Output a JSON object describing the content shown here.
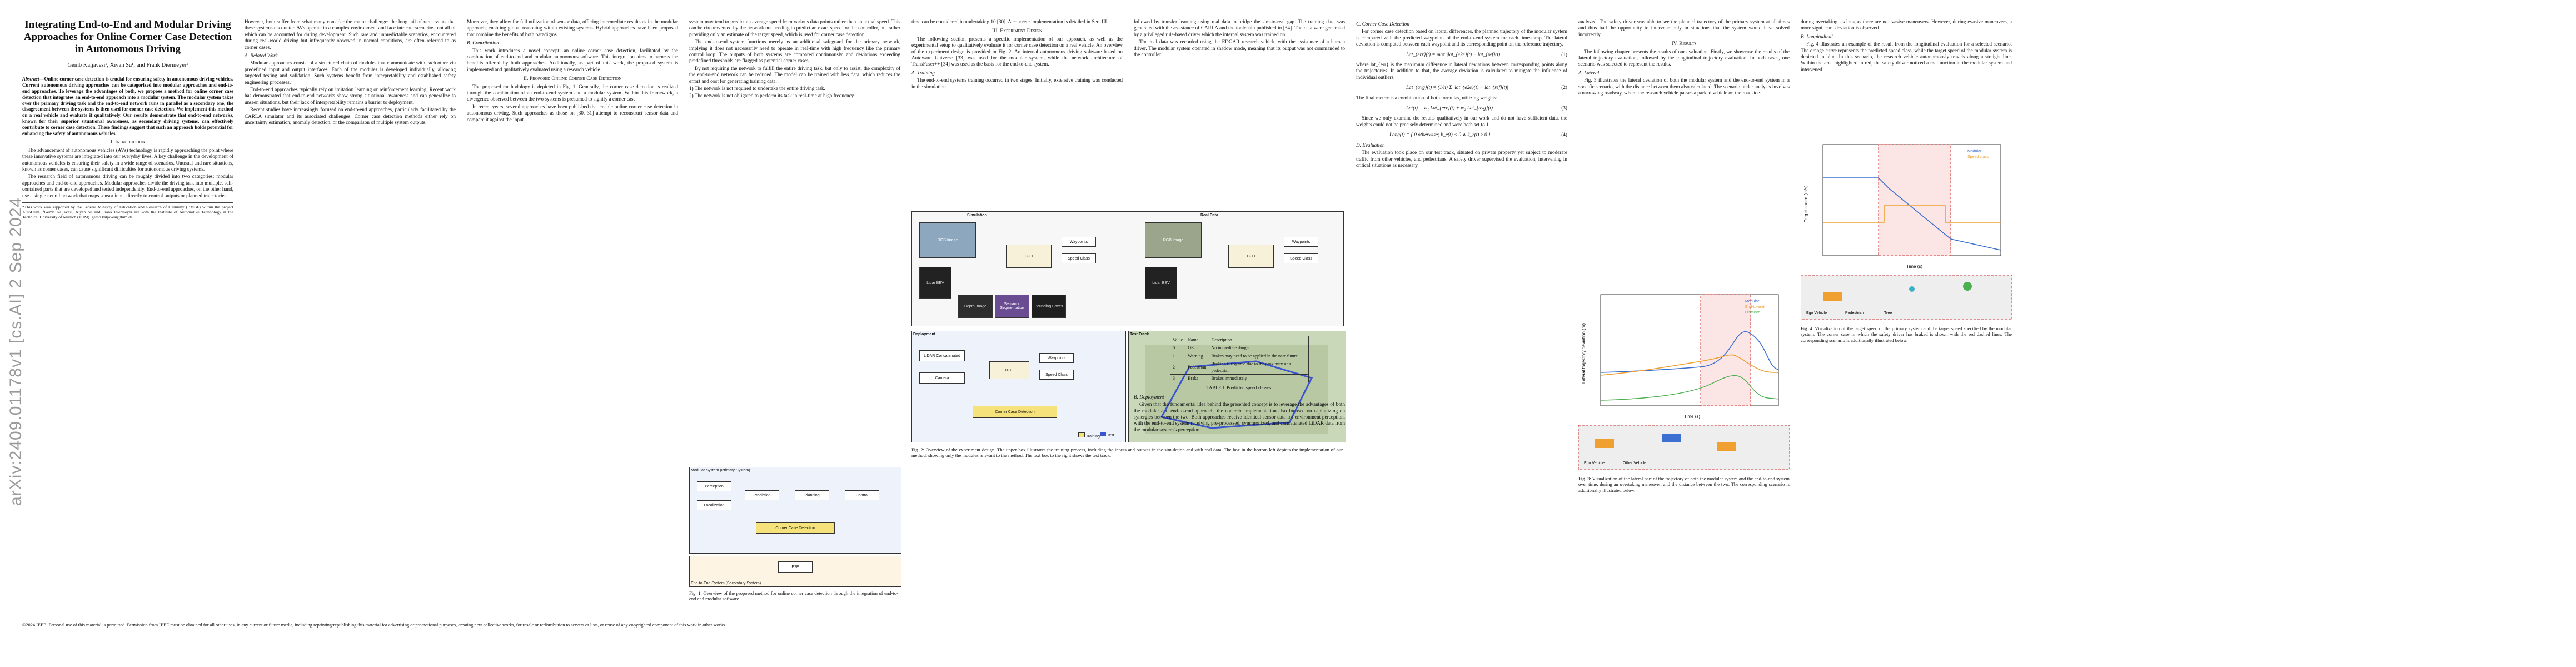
{
  "arxiv_id": "arXiv:2409.01178v1  [cs.AI]  2 Sep 2024",
  "title": "Integrating End-to-End and Modular Driving Approaches for Online Corner Case Detection in Autonomous Driving",
  "authors": "Gemb Kaljavesi¹, Xiyan Su¹, and Frank Diermeyer¹",
  "abstract_label": "Abstract",
  "abstract": "—Online corner case detection is crucial for ensuring safety in autonomous driving vehicles. Current autonomous driving approaches can be categorized into modular approaches and end-to-end approaches. To leverage the advantages of both, we propose a method for online corner case detection that integrates an end-to-end approach into a modular system. The modular system takes over the primary driving task and the end-to-end network runs in parallel as a secondary one, the disagreement between the systems is then used for corner case detection. We implement this method on a real vehicle and evaluate it qualitatively. Our results demonstrate that end-to-end networks, known for their superior situational awareness, as secondary driving systems, can effectively contribute to corner case detection. These findings suggest that such an approach holds potential for enhancing the safety of autonomous vehicles.",
  "sections": {
    "intro": "I. Introduction",
    "approach": "II. Proposed Online Corner Case Detection",
    "experiment": "III. Experiment Design",
    "results": "IV. Results"
  },
  "subsections": {
    "related": "A. Related Work",
    "contribution": "B. Contribution",
    "training": "A. Training",
    "deployment": "B. Deployment",
    "ccd": "C. Corner Case Detection",
    "evaluation": "D. Evaluation",
    "lateral": "A. Lateral",
    "longitudinal": "B. Longitudinal"
  },
  "col1": {
    "intro_p1": "The advancement of autonomous vehicles (AVs) technology is rapidly approaching the point where these innovative systems are integrated into our everyday lives. A key challenge in the development of autonomous vehicles is ensuring their safety in a wide range of scenarios. Unusual and rare situations, known as corner cases, can cause significant difficulties for autonomous driving systems.",
    "intro_p2": "The research field of autonomous driving can be roughly divided into two categories: modular approaches and end-to-end approaches. Modular approaches divide the driving task into multiple, self-contained parts that are developed and tested independently. End-to-end approaches, on the other hand, use a single neural network that maps sensor input directly to control outputs or planned trajectories.",
    "footnote": "*This work was supported by the Federal Ministry of Education and Research of Germany (BMBF) within the project AutoDelta. ¹Gemb Kaljavesi, Xiyan Su and Frank Diermeyer are with the Institute of Automotive Technology at the Technical University of Munich (TUM). gemb.kaljavesi@tum.de"
  },
  "col2": {
    "p1": "However, both suffer from what many consider the major challenge: the long tail of rare events that these systems encounter. AVs operate in a complex environment and face intricate scenarios, not all of which can be accounted for during development. Such rare and unpredictable scenarios, encountered during real-world driving but infrequently observed in normal conditions, are often referred to as corner cases.",
    "related_p1": "Modular approaches consist of a structured chain of modules that communicate with each other via predefined input and output interfaces. Each of the modules is developed individually, allowing targeted testing and validation. Such systems benefit from interpretability and established safety engineering processes.",
    "related_p2": "End-to-end approaches typically rely on imitation learning or reinforcement learning. Recent work has demonstrated that end-to-end networks show strong situational awareness and can generalize to unseen situations, but their lack of interpretability remains a barrier to deployment.",
    "related_p3": "Recent studies have increasingly focused on end-to-end approaches, particularly facilitated by the CARLA simulator and its associated challenges. Corner case detection methods either rely on uncertainty estimation, anomaly detection, or the comparison of multiple system outputs."
  },
  "col3": {
    "p1": "Moreover, they allow for full utilization of sensor data, offering intermediate results as in the modular approach, enabling global reasoning within existing systems. Hybrid approaches have been proposed that combine the benefits of both paradigms.",
    "contribution": "This work introduces a novel concept: an online corner case detection, facilitated by the combination of end-to-end and modular autonomous software. This integration aims to harness the benefits offered by both approaches. Additionally, as part of this work, the proposed system is implemented and qualitatively evaluated using a research vehicle.",
    "approach_p1": "The proposed methodology is depicted in Fig. 1. Generally, the corner case detection is realized through the combination of an end-to-end system and a modular system. Within this framework, a divergence observed between the two systems is presumed to signify a corner case.",
    "approach_p2": "In recent years, several approaches have been published that enable online corner case detection in autonomous driving. Such approaches as those on [30, 31] attempt to reconstruct sensor data and compare it against the input."
  },
  "col4": {
    "p1": "system may tend to predict an average speed from various data points rather than an actual speed. This can be circumvented by the network not needing to predict an exact speed for the controller, but rather providing only an estimate of the target speed, which is used for corner case detection.",
    "p2": "The end-to-end system functions merely as an additional safeguard for the primary network, implying it does not necessarily need to operate in real-time with high frequency like the primary control loop. The outputs of both systems are compared continuously, and deviations exceeding predefined thresholds are flagged as potential corner cases.",
    "p3": "By not requiring the network to fulfill the entire driving task, but only to assist, the complexity of the end-to-end network can be reduced. The model can be trained with less data, which reduces the effort and cost for generating training data.",
    "list1": "1) The network is not required to undertake the entire driving task.",
    "list2": "2) The network is not obligated to perform its task in real-time at high frequency."
  },
  "col5": {
    "p1": "time can be considered in undertaking 10 [30]. A concrete implementation is detailed in Sec. III.",
    "exp_p1": "The following section presents a specific implementation of our approach, as well as the experimental setup to qualitatively evaluate it for corner case detection on a real vehicle. An overview of the experiment design is provided in Fig. 2. An internal autonomous driving software based on Autoware Universe [33] was used for the modular system, while the network architecture of TransFuser++ [34] was used as the basis for the end-to-end system.",
    "training": "The end-to-end systems training occurred in two stages. Initially, extensive training was conducted in the simulation."
  },
  "fig1": {
    "caption": "Fig. 1: Overview of the proposed method for online corner case detection through the integration of end-to-end and modular software.",
    "modular": "Modular System (Primary System)",
    "perception": "Perception",
    "localization": "Localization",
    "prediction": "Prediction",
    "planning": "Planning",
    "control": "Control",
    "ccd": "Corner Case Detection",
    "e2e_box": "E2E",
    "e2e": "End-to-End System (Secondary System)"
  },
  "fig2": {
    "caption": "Fig. 2: Overview of the experiment design. The upper box illustrates the training process, including the inputs and outputs in the simulation and with real data. The box in the bottom left depicts the implementation of our method, showing only the modules relevant to the method. The text box to the right shows the test track.",
    "rgb_image": "RGB Image",
    "simulation": "Simulation",
    "real_data": "Real Data",
    "waypoints": "Waypoints",
    "speed_class": "Speed Class",
    "lidar_bev": "Lidar BEV",
    "depth_image": "Depth Image",
    "semantic_seg": "Semantic Segmentation",
    "bounding_boxes": "Bounding Boxes",
    "deployment": "Deployment",
    "test_track": "Test Track",
    "lidar_data": "LiDAR Concatenated",
    "camera": "Camera",
    "ccd": "Corner Case Detection",
    "training_legend": "Training",
    "test_legend": "Test"
  },
  "col6": {
    "p1": "followed by transfer learning using real data to bridge the sim-to-real gap. The training data was generated with the assistance of CARLA and the toolchain published in [34]. The data were generated by a privileged rule-based driver which the internal system was trained on.",
    "p2": "The real data was recorded using the EDGAR research vehicle with the assistance of a human driver. The modular system operated in shadow mode, meaning that its output was not commanded to the controller.",
    "table_caption": "TABLE I: Predicted speed classes.",
    "table_head": [
      "Value",
      "Name",
      "Description"
    ],
    "table_rows": [
      [
        "0",
        "OK",
        "No immediate danger"
      ],
      [
        "1",
        "Warning",
        "Brakes may need to be applied in the near future"
      ],
      [
        "2",
        "Pedestrian",
        "Braking is required due to the proximity of a pedestrian"
      ],
      [
        "3",
        "Brake",
        "Brakes immediately"
      ]
    ],
    "deploy_p1": "Given that the fundamental idea behind the presented concept is to leverage the advantages of both the modular and end-to-end approach, the concrete implementation also focused on capitalizing on synergies between the two. Both approaches receive identical sensor data for environment perception, with the end-to-end system receiving pre-processed, synchronized, and concatenated LiDAR data from the modular system's perception."
  },
  "col7": {
    "p1": "For corner case detection based on lateral differences, the planned trajectory of the modular system is compared with the predicted waypoints of the end-to-end system for each timestamp. The lateral deviation is computed between each waypoint and its corresponding point on the reference trajectory.",
    "eq1_lhs": "Lat_{err}(t) = max |lat_{e2e}(t) − lat_{ref}(t)|",
    "eq1_num": "(1)",
    "p2": "where lat_{err} is the maximum difference in lateral deviations between corresponding points along the trajectories. In addition to that, the average deviation is calculated to mitigate the influence of individual outliers.",
    "eq2_lhs": "Lat_{avg}(t) = (1/n) Σ |lat_{e2e}(t) − lat_{ref}(t)|",
    "eq2_num": "(2)",
    "p3": "The final metric is a combination of both formulas, utilizing weights:",
    "eq3_lhs": "Lat(t) = w₁ Lat_{err}(t) + w₂ Lat_{avg}(t)",
    "eq3_num": "(3)",
    "p4": "Since we only examine the results qualitatively in our work and do not have sufficient data, the weights could not be precisely determined and were both set to 1.",
    "eq4_lhs": "Long(t) = { 0  otherwise;  k_e(t) < 0 ∧ k_r(t) ≥ 0 }",
    "eq4_num": "(4)",
    "eval_p1": "The evaluation took place on our test track, situated on private property yet subject to moderate traffic from other vehicles, and pedestrians. A safety driver supervised the evaluation, intervening in critical situations as necessary."
  },
  "col8": {
    "p1": "analyzed. The safety driver was able to see the planned trajectory of the primary system at all times and thus had the opportunity to intervene only in situations that the system would have solved incorrectly.",
    "results_p1": "The following chapter presents the results of our evaluation. Firstly, we showcase the results of the lateral trajectory evaluation, followed by the longitudinal trajectory evaluation. In both cases, one scenario was selected to represent the results.",
    "lateral_p1": "Fig. 3 illustrates the lateral deviation of both the modular system and the end-to-end system in a specific scenario, with the distance between them also calculated. The scenario under analysis involves a narrowing roadway, where the research vehicle passes a parked vehicle on the roadside.",
    "fig3_caption": "Fig. 3: Visualization of the lateral part of the trajectory of both the modular system and the end-to-end system over time, during an overtaking maneuver, and the distance between the two. The corresponding scenario is additionally illustrated below."
  },
  "col9": {
    "p1": "during overtaking, as long as there are no evasive maneuvers. However, during evasive maneuvers, a more significant deviation is observed.",
    "long_p1": "Fig. 4 illustrates an example of the result from the longitudinal evaluation for a selected scenario. The orange curve represents the predicted speed class, while the target speed of the modular system is depicted in blue. In this scenario, the research vehicle autonomously travels along a straight line. Within the area highlighted in red, the safety driver noticed a malfunction in the modular system and intervened.",
    "fig4_caption": "Fig. 4: Visualization of the target speed of the primary system and the target speed specified by the modular system. The corner case in which the safety driver has braked is shown with the red dashed lines. The corresponding scenario is additionally illustrated below."
  },
  "fig3": {
    "ylabel": "Lateral trajectory deviation (m)",
    "xlabel": "Time (s)",
    "legend": [
      "Modular",
      "End-to-end",
      "Distance"
    ],
    "scene_legend": [
      "Ego Vehicle",
      "Other Vehicle"
    ]
  },
  "fig4": {
    "ylabel": "Target speed (m/s)",
    "xlabel": "Time (s)",
    "legend": [
      "Modular",
      "Speed class"
    ],
    "scene_legend": [
      "Ego Vehicle",
      "Pedestrian",
      "Tree"
    ]
  },
  "copyright": "©2024 IEEE. Personal use of this material is permitted. Permission from IEEE must be obtained for all other uses, in any current or future media, including reprinting/republishing this material for advertising or promotional purposes, creating new collective works, for resale or redistribution to servers or lists, or reuse of any copyrighted component of this work in other works.",
  "colors": {
    "modular_blue": "#3b6fd1",
    "e2e_orange": "#f0a030",
    "distance_green": "#4caf50",
    "highlight_red": "#d03030",
    "ccd_yellow": "#f6e27a",
    "box_blue": "#dbe6f6"
  }
}
